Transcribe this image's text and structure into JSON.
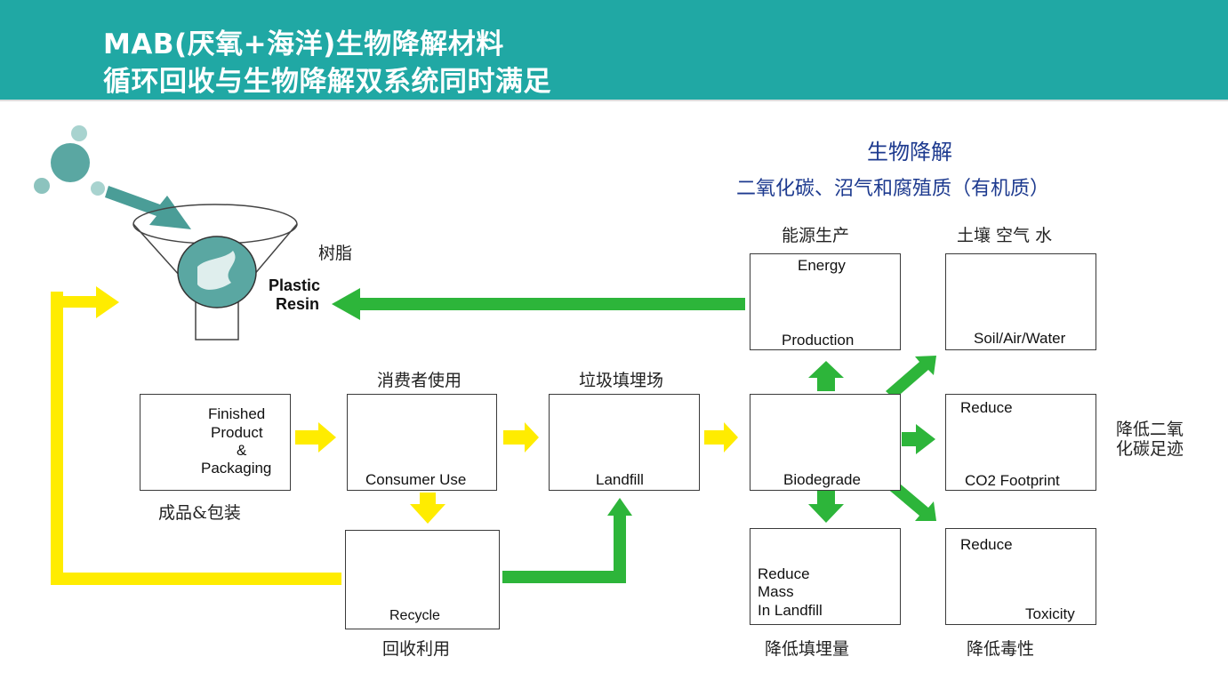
{
  "header": {
    "line1": "MAB(厌氧+海洋)生物降解材料",
    "line2": "循环回收与生物降解双系统同时满足"
  },
  "biodeg_title": "生物降解",
  "biodeg_subtitle": "二氧化碳、沼气和腐殖质（有机质）",
  "resin": {
    "zh": "树脂",
    "en1": "Plastic",
    "en2": "Resin"
  },
  "boxes": {
    "finished": {
      "l1": "Finished",
      "l2": "Product",
      "l3": "&",
      "l4": "Packaging",
      "zh": "成品&包装"
    },
    "consumer": {
      "label": "Consumer Use",
      "zh": "消费者使用"
    },
    "landfill": {
      "label": "Landfill",
      "zh": "垃圾填埋场"
    },
    "recycle": {
      "label": "Recycle",
      "zh": "回收利用"
    },
    "biodegrade": {
      "label": "Biodegrade"
    },
    "energy": {
      "top": "Energy",
      "bottom": "Production",
      "zh": "能源生产"
    },
    "soil": {
      "label": "Soil/Air/Water",
      "zh": "土壤 空气 水"
    },
    "co2": {
      "top": "Reduce",
      "bottom": "CO2 Footprint",
      "zh1": "降低二氧",
      "zh2": "化碳足迹"
    },
    "mass": {
      "l1": "Reduce",
      "l2": "Mass",
      "l3": "In Landfill",
      "zh": "降低填埋量"
    },
    "toxicity": {
      "top": "Reduce",
      "bottom": "Toxicity",
      "zh": "降低毒性"
    }
  },
  "colors": {
    "teal": "#20a8a4",
    "yellow": "#ffec00",
    "green": "#2db53a",
    "blue_text": "#1d3a8f"
  }
}
